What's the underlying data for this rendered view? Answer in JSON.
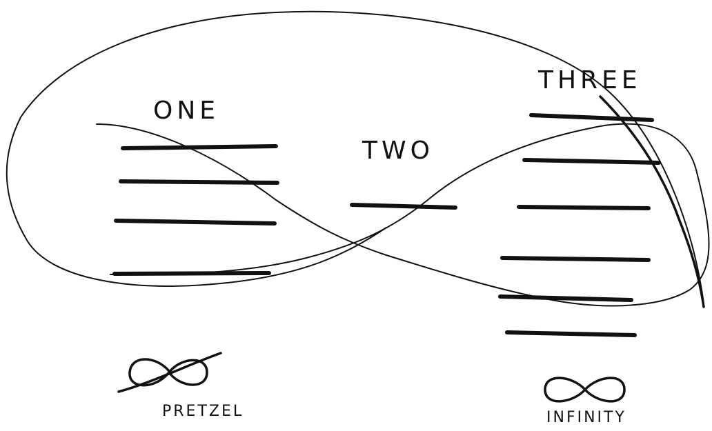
{
  "groups": {
    "one": {
      "label": "ONE",
      "bar_count": 4
    },
    "two": {
      "label": "TWO",
      "bar_count": 1
    },
    "three": {
      "label": "THREE",
      "bar_count": 6
    }
  },
  "legend": {
    "pretzel": {
      "label": "PRETZEL",
      "icon": "pretzel-knot-icon"
    },
    "infinity": {
      "label": "INFINITY",
      "icon": "infinity-icon"
    }
  },
  "colors": {
    "ink": "#111111",
    "paper": "#ffffff"
  }
}
